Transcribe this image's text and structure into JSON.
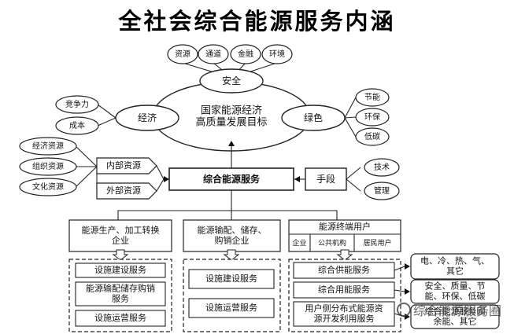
{
  "title": "全社会综合能源服务内涵",
  "resources_top": [
    "资源",
    "通道",
    "金融",
    "环境"
  ],
  "goal": {
    "line1": "国家能源经济",
    "line2": "高质量发展目标"
  },
  "safety": "安全",
  "economy": "经济",
  "green": "绿色",
  "economy_subs": [
    "竞争力",
    "成本"
  ],
  "green_subs": [
    "节能",
    "环保",
    "低碳"
  ],
  "left_resources": [
    "经济资源",
    "组织资源",
    "文化资源"
  ],
  "internal_resources": "内部资源",
  "external_resources": "外部资源",
  "core": "综合能源服务",
  "means": "手段",
  "means_subs": [
    "技术",
    "管理"
  ],
  "columns": [
    {
      "header_lines": [
        "能源生产、加工转换",
        "企业"
      ],
      "services": [
        [
          "设施建设服务"
        ],
        [
          "能源输配储存购销",
          "服务"
        ],
        [
          "设施运营服务"
        ]
      ]
    },
    {
      "header_lines": [
        "能源输配、储存、",
        "购销企业"
      ],
      "services": [
        [
          "设施建设服务"
        ],
        [
          "设施运营服务"
        ]
      ]
    },
    {
      "header_lines": [
        "能源终端用户"
      ],
      "users": [
        "企业",
        "公共机构",
        "居民用户"
      ],
      "services": [
        [
          "综合供能服务"
        ],
        [
          "综合用能服务"
        ],
        [
          "用户侧分布式能源资",
          "源开发利用服务"
        ]
      ]
    }
  ],
  "right_results": [
    [
      "电、冷、热、气、",
      "其它"
    ],
    [
      "安全、质量、节",
      "能、环保、低碳"
    ],
    [
      "综合能源服务园",
      "余能、其它"
    ]
  ],
  "watermark": "综合能源服务圈"
}
